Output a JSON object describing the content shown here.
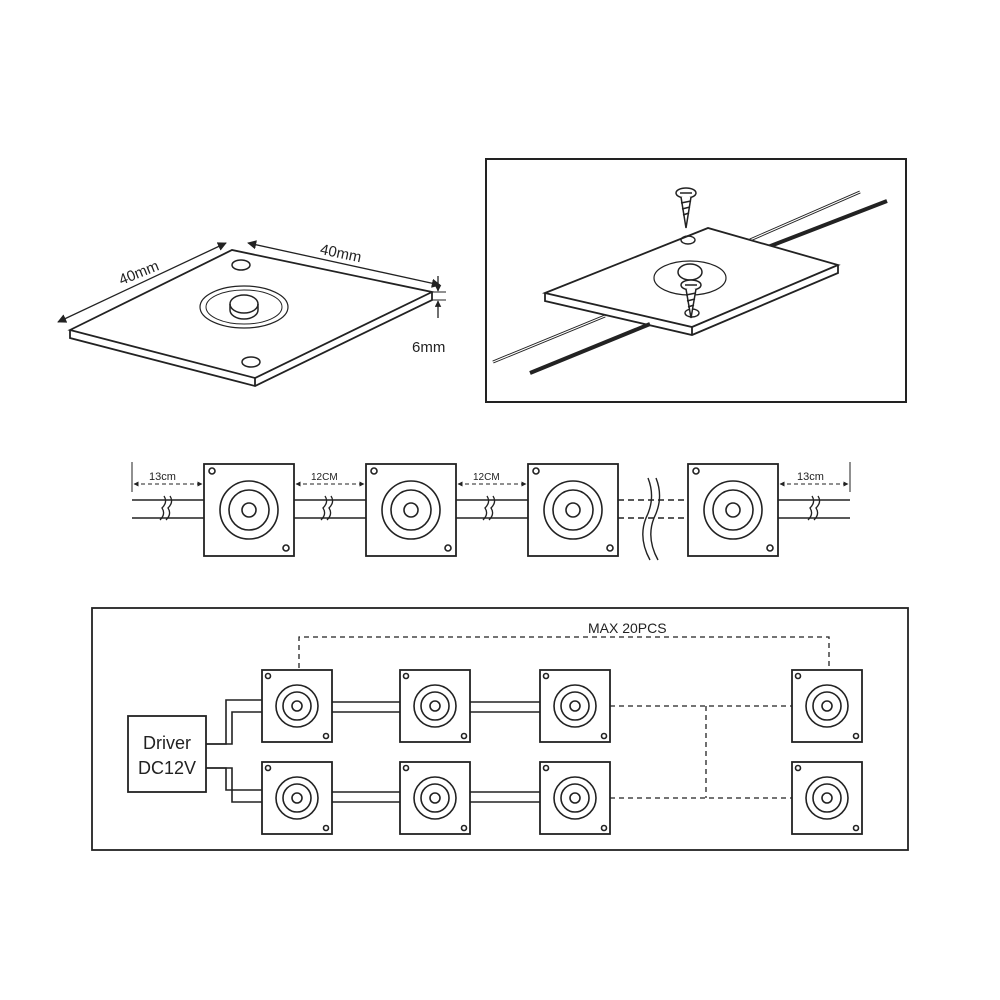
{
  "dimension_view": {
    "width_label": "40mm",
    "depth_label": "40mm",
    "height_label": "6mm"
  },
  "chain_view": {
    "spacing_end_left": "13cm",
    "spacing_1": "12CM",
    "spacing_2": "12CM",
    "spacing_end_right": "13cm"
  },
  "wiring_view": {
    "driver_line1": "Driver",
    "driver_line2": "DC12V",
    "max_label": "MAX 20PCS"
  },
  "colors": {
    "line": "#222222",
    "background": "#ffffff"
  }
}
